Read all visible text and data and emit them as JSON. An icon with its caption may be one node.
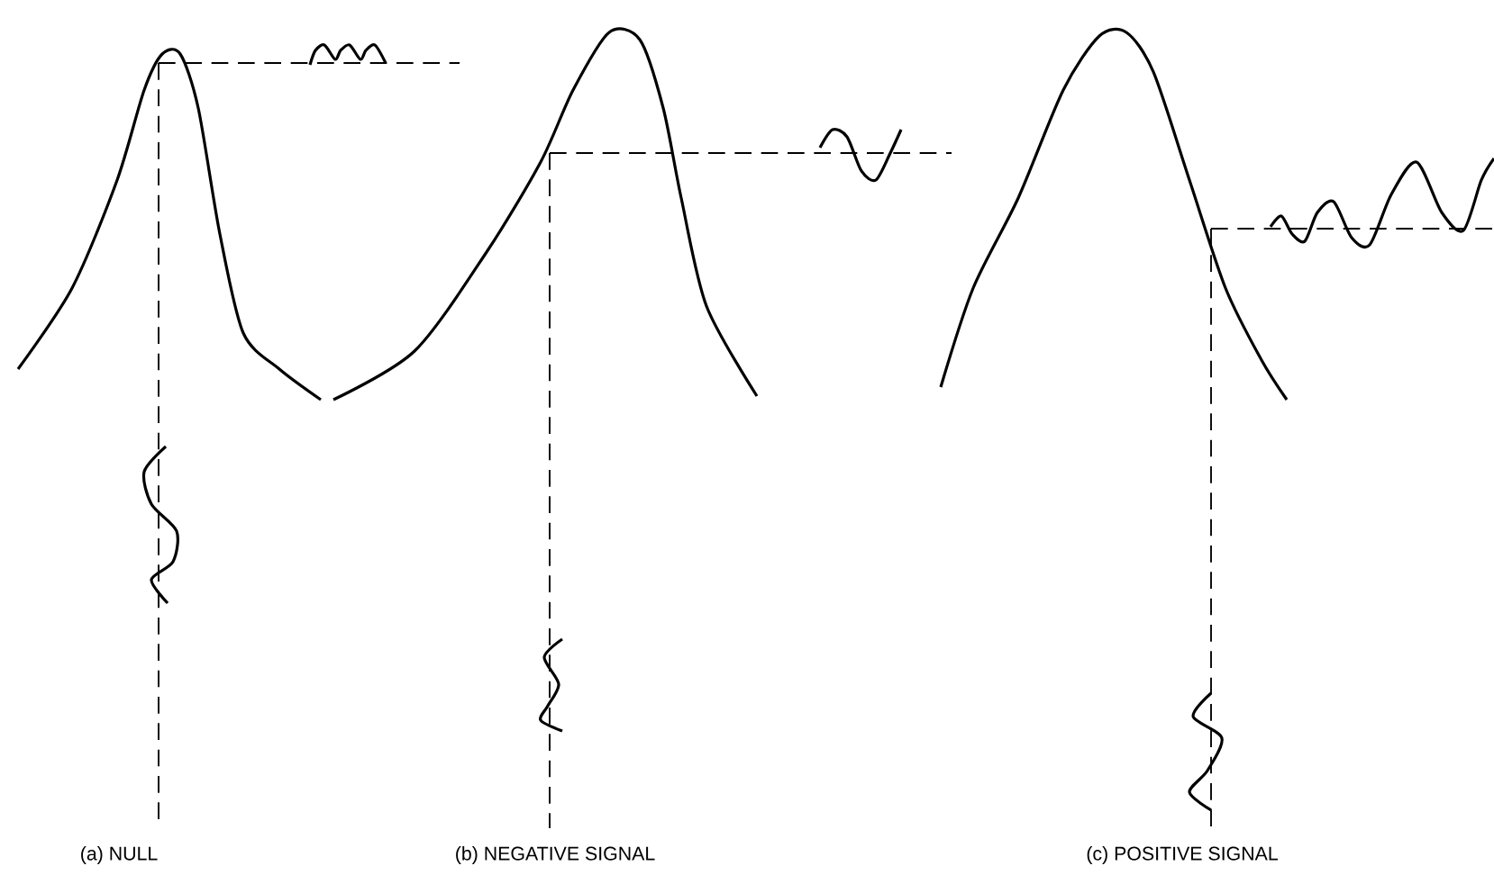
{
  "diagram": {
    "labels": [
      "(a) NULL",
      "(b) NEGATIVE SIGNAL",
      "(c) POSITIVE SIGNAL"
    ]
  }
}
